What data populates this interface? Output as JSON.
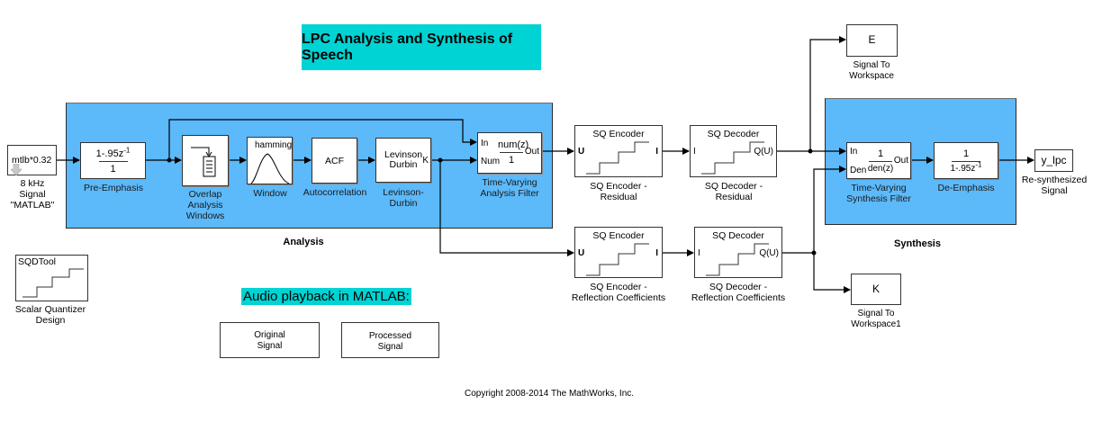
{
  "title": "LPC Analysis and Synthesis of Speech",
  "colors": {
    "subsystem": "#5cb9fa",
    "title_bg": "#00d3d3",
    "note_bg": "#00d3d3"
  },
  "source": {
    "content": "mtlb*0.32",
    "caption": [
      "8 kHz",
      "Signal",
      "\"MATLAB\""
    ],
    "icon": "down-arrow-icon"
  },
  "analysis": {
    "label": "Analysis",
    "pre_emphasis": {
      "num": "1-.95z",
      "num_exp": "-1",
      "den": "1",
      "caption": "Pre-Emphasis"
    },
    "overlap": {
      "icon": "buffer-icon",
      "caption": [
        "Overlap",
        "Analysis",
        "Windows"
      ]
    },
    "window": {
      "content": "hamming",
      "icon": "hamming-window-icon",
      "caption": "Window"
    },
    "acf": {
      "content": "ACF",
      "caption": "Autocorrelation"
    },
    "levinson": {
      "content": [
        "Levinson",
        "Durbin"
      ],
      "port_out": "K",
      "caption": [
        "Levinson-",
        "Durbin"
      ]
    },
    "tv_analysis": {
      "port_in": "In",
      "port_num": "Num",
      "num": "num(z)",
      "den": "1",
      "port_out": "Out",
      "caption": [
        "Time-Varying",
        "Analysis Filter"
      ]
    }
  },
  "sq_enc_res": {
    "title": "SQ Encoder",
    "port_in": "U",
    "port_out": "I",
    "caption": [
      "SQ Encoder -",
      "Residual"
    ]
  },
  "sq_dec_res": {
    "title": "SQ Decoder",
    "port_in": "I",
    "port_out": "Q(U)",
    "caption": [
      "SQ Decoder -",
      "Residual"
    ]
  },
  "sq_enc_rc": {
    "title": "SQ Encoder",
    "port_in": "U",
    "port_out": "I",
    "caption": [
      "SQ Encoder -",
      "Reflection Coefficients"
    ]
  },
  "sq_dec_rc": {
    "title": "SQ Decoder",
    "port_in": "I",
    "port_out": "Q(U)",
    "caption": [
      "SQ Decoder -",
      "Reflection Coefficients"
    ]
  },
  "to_ws_e": {
    "content": "E",
    "caption": [
      "Signal To",
      "Workspace"
    ]
  },
  "to_ws_k": {
    "content": "K",
    "caption": [
      "Signal To",
      "Workspace1"
    ]
  },
  "synthesis": {
    "label": "Synthesis",
    "tv_synthesis": {
      "port_in": "In",
      "port_den": "Den",
      "num": "1",
      "den": "den(z)",
      "port_out": "Out",
      "caption": [
        "Time-Varying",
        "Synthesis Filter"
      ]
    },
    "de_emphasis": {
      "num": "1",
      "den": "1-.95z",
      "den_exp": "-1",
      "caption": "De-Emphasis"
    }
  },
  "output": {
    "content": "y_lpc",
    "caption": [
      "Re-synthesized",
      "Signal"
    ]
  },
  "sqdtool": {
    "content": "SQDTool",
    "caption": [
      "Scalar Quantizer",
      "Design"
    ]
  },
  "audio": {
    "note": "Audio playback in MATLAB:",
    "original": [
      "Original",
      "Signal"
    ],
    "processed": [
      "Processed",
      "Signal"
    ]
  },
  "copyright": "Copyright 2008-2014 The MathWorks, Inc."
}
